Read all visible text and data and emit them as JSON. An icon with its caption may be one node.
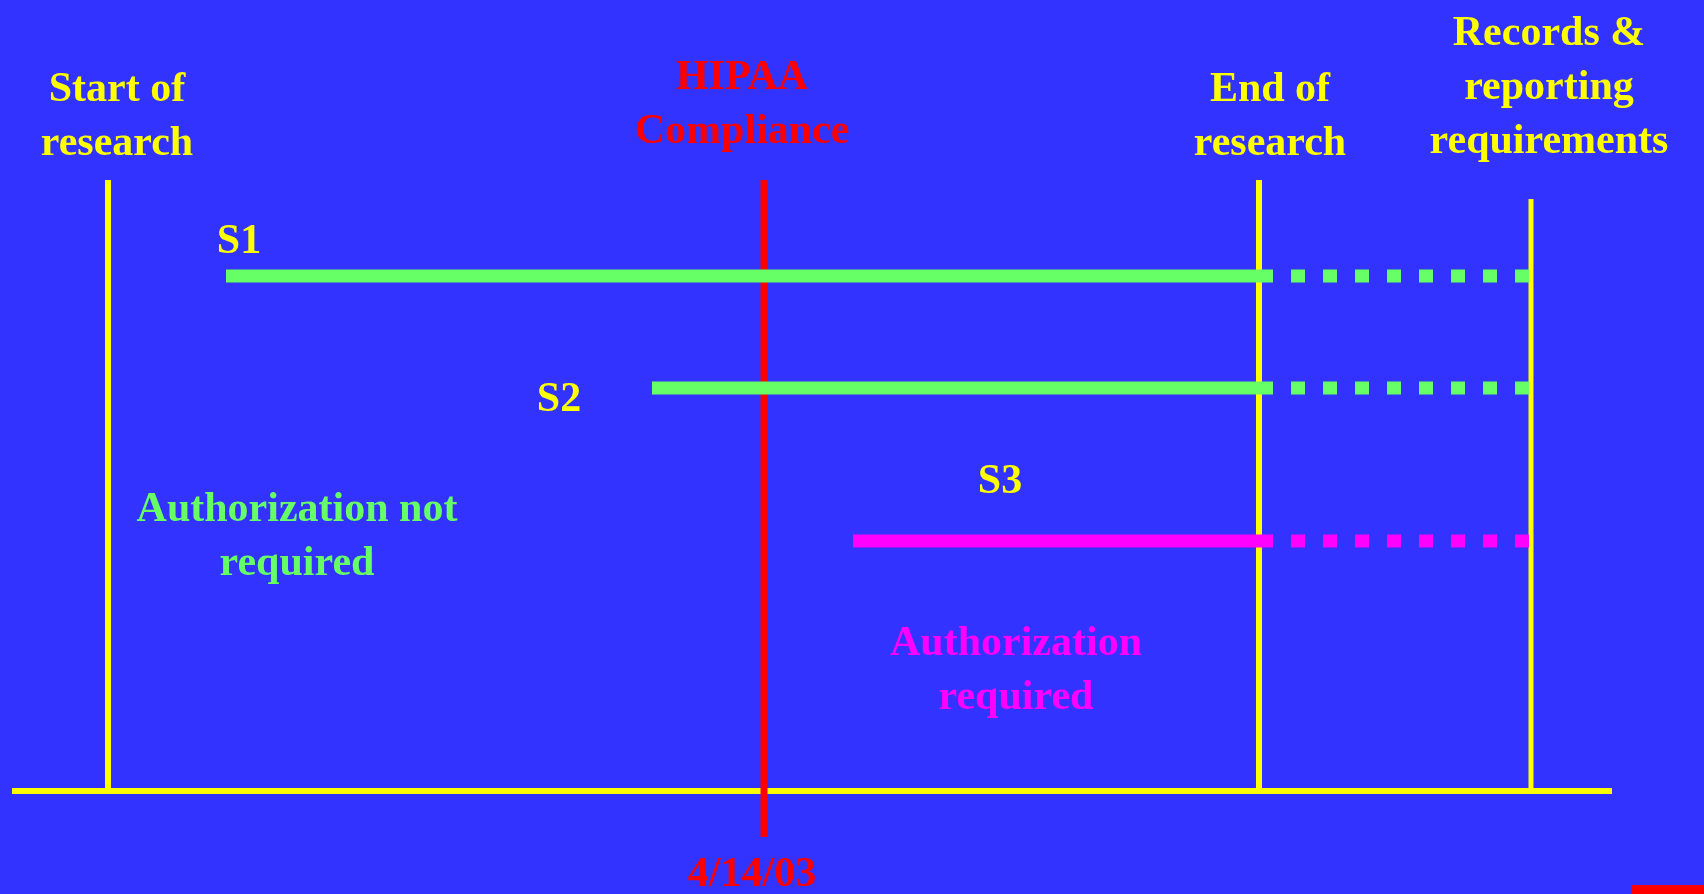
{
  "diagram": {
    "labels": [
      "Start of research",
      "HIPAA Compliance",
      "End of research",
      "Records & reporting requirements",
      "S1",
      "S2",
      "S3",
      "Authorization not required",
      "Authorization required",
      "4/14/03"
    ]
  }
}
